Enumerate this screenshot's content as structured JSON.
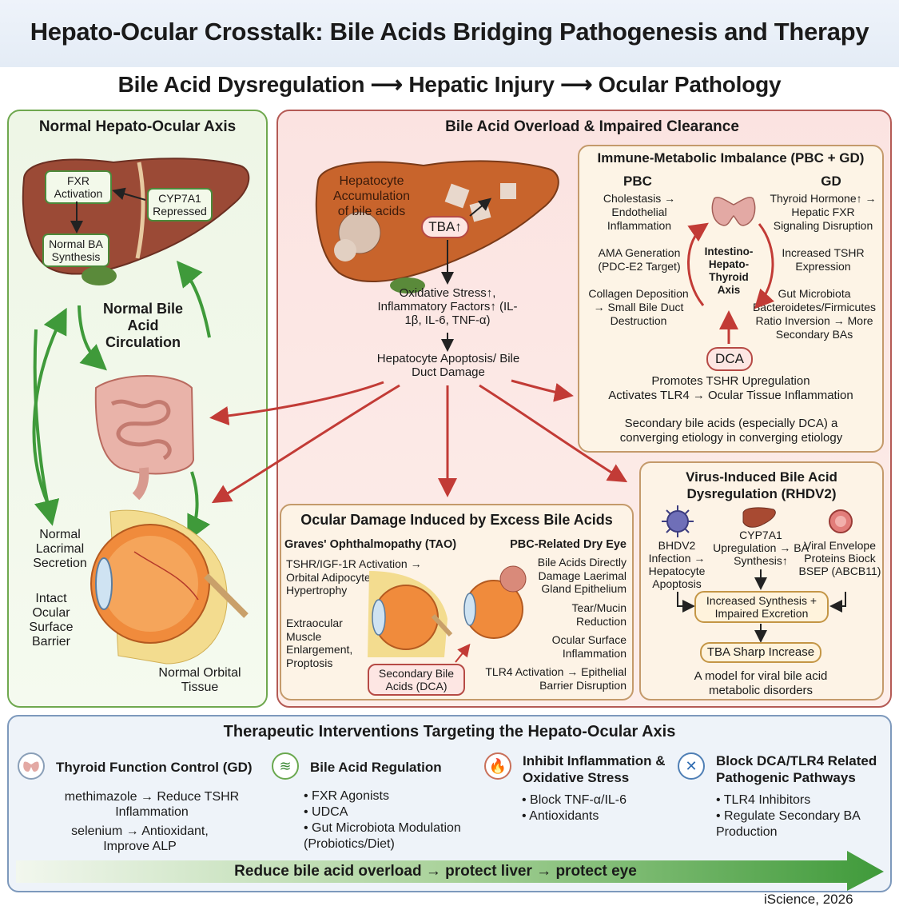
{
  "title": "Hepato-Ocular Crosstalk: Bile Acids Bridging Pathogenesis and Therapy",
  "subtitle": "Bile Acid Dysregulation ⟶ Hepatic Injury ⟶ Ocular Pathology",
  "normal_axis": {
    "header": "Normal Hepato-Ocular Axis",
    "fxr": "FXR Activation",
    "cyp7a1": "CYP7A1 Repressed",
    "normal_ba": "Normal BA Synthesis",
    "circulation": "Normal Bile Acid Circulation",
    "lacrimal": "Normal Lacrimal Secretion",
    "surface": "Intact Ocular Surface Barrier",
    "orbital": "Normal Orbital Tissue"
  },
  "overload": {
    "header": "Bile Acid Overload & Impaired Clearance",
    "hepatocyte": "Hepatocyte Accumulation of bile acids",
    "tba": "TBA↑",
    "oxidative": "Oxidative Stress↑, Inflammatory Factors↑ (IL-1β, IL-6, TNF-α)",
    "apoptosis": "Hepatocyte Apoptosis/ Bile Duct Damage"
  },
  "immune": {
    "header": "Immune-Metabolic Imbalance (PBC + GD)",
    "pbc_label": "PBC",
    "gd_label": "GD",
    "pbc_1": "Cholestasis → Endothelial Inflammation",
    "pbc_2": "AMA Generation (PDC-E2 Target)",
    "pbc_3": "Collagen Deposition → Small Bile Duct Destruction",
    "gd_1": "Thyroid Hormone↑ → Hepatic FXR Signaling Disruption",
    "gd_2": "Increased TSHR Expression",
    "gd_3": "Gut Microbiota Bacteroidetes/Firmicutes Ratio Inversion → More Secondary BAs",
    "axis": "Intestino-Hepato-Thyroid Axis",
    "dca": "DCA",
    "dca_1": "Promotes TSHR Upregulation",
    "dca_2": "Activates TLR4 → Ocular Tissue Inflammation",
    "footer": "Secondary bile acids (especially DCA) a converging etiology in converging etiology"
  },
  "virus": {
    "header": "Virus-Induced Bile Acid Dysregulation (RHDV2)",
    "col1": "BHDV2 Infection → Hepatocyte Apoptosis",
    "col2": "CYP7A1 Upregulation → BA Synthesis↑",
    "col3": "Viral Envelope Proteins Biock BSEP (ABCB11)",
    "synthesis": "Increased Synthesis + Impaired Excretion",
    "tba_sharp": "TBA Sharp Increase",
    "footer": "A model for viral bile acid metabolic disorders"
  },
  "ocular": {
    "header": "Ocular Damage Induced by Excess Bile Acids",
    "tao_label": "Graves' Ophthalmopathy (TAO)",
    "tao_1": "TSHR/IGF-1R Activation → Orbital Adipocyte Hypertrophy",
    "tao_2": "Extraocular Muscle Enlargement, Proptosis",
    "dry_label": "PBC-Related Dry Eye",
    "dry_1": "Bile Acids Directly Damage Laerimal Gland Epithelium",
    "dry_2": "Tear/Mucin Reduction",
    "dry_3": "Ocular Surface Inflammation",
    "dry_4": "TLR4 Activation → Epithelial Barrier Disruption",
    "secondary": "Secondary Bile Acids (DCA)"
  },
  "therapy": {
    "header": "Therapeutic Interventions Targeting the Hepato-Ocular Axis",
    "c1_title": "Thyroid Function Control (GD)",
    "c1_line1": "methimazole → Reduce TSHR Inflammation",
    "c1_line2": "selenium → Antioxidant, Improve ALP",
    "c2_title": "Bile Acid Regulation",
    "c2_items": [
      "FXR Agonists",
      "UDCA",
      "Gut Microbiota Modulation (Probiotics/Diet)"
    ],
    "c3_title": "Inhibit Inflammation & Oxidative Stress",
    "c3_items": [
      "Block TNF-α/IL-6",
      "Antioxidants"
    ],
    "c4_title": "Block DCA/TLR4 Related Pathogenic Pathways",
    "c4_items": [
      "TLR4 Inhibitors",
      "Regulate Secondary BA Production"
    ],
    "arrow_text": "Reduce bile acid overload → protect liver → protect eye"
  },
  "citation": "iScience, 2026",
  "colors": {
    "green_border": "#6fa84f",
    "red_border": "#b45a55",
    "orange_border": "#c49a6b",
    "blue_border": "#7d99bc",
    "arrow_red": "#c23b36",
    "arrow_green": "#3f9a3a"
  },
  "icons": [
    "liver-icon",
    "intestine-icon",
    "eye-icon",
    "thyroid-icon",
    "virus-icon",
    "gut-icon",
    "flame-icon",
    "dna-block-icon"
  ]
}
